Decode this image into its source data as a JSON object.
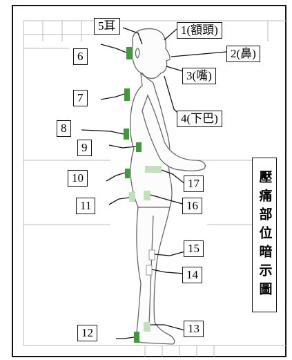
{
  "labels": {
    "l1": "1(額頭)",
    "l2": "2(鼻)",
    "l3": "3(嘴)",
    "l4": "4(下巴)",
    "l5": "5耳",
    "l6": "6",
    "l7": "7",
    "l8": "8",
    "l9": "9",
    "l10": "10",
    "l11": "11",
    "l12": "12",
    "l13": "13",
    "l14": "14",
    "l15": "15",
    "l16": "16",
    "l17": "17"
  },
  "caption": "壓痛部位暗示圖",
  "colors": {
    "marker_dark": "#3f9a3a",
    "marker_light": "#c3e0bd",
    "outline": "#111111",
    "figure_line": "#666666"
  }
}
